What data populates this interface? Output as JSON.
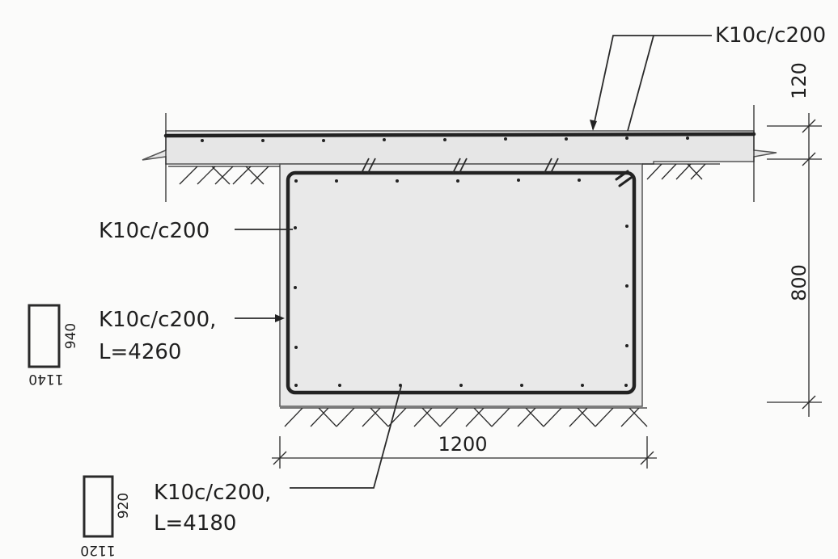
{
  "labels": {
    "top_right": "K10c/c200",
    "left_upper": "K10c/c200",
    "left_middle_line1": "K10c/c200,",
    "left_middle_line2": "L=4260",
    "bottom_line1": "K10c/c200,",
    "bottom_line2": "L=4180"
  },
  "dimensions": {
    "slab_thickness": "120",
    "beam_depth": "800",
    "beam_width": "1200"
  },
  "bar_shapes": {
    "shape_1": {
      "side": "940",
      "bottom": "1140"
    },
    "shape_2": {
      "side": "920",
      "bottom": "1120"
    }
  }
}
